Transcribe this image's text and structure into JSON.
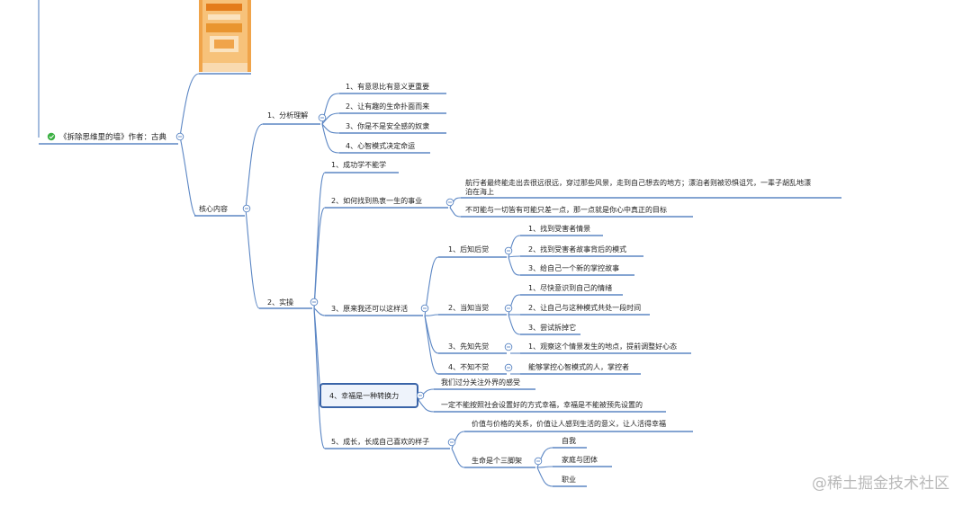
{
  "root": {
    "label": "《拆除思维里的墙》作者：古典"
  },
  "core": {
    "label": "核心内容"
  },
  "analysis": {
    "label": "1、分析理解",
    "items": [
      "1、有意思比有意义更重要",
      "2、让有趣的生命扑面而来",
      "3、你是不是安全感的奴隶",
      "4、心智模式决定命运"
    ]
  },
  "practice": {
    "label": "2、实操",
    "s1": "1、成功学不能学",
    "s2": {
      "label": "2、如何找到热衷一生的事业",
      "note1_line1": "航行者最终能走出去很远很远，穿过那些风景，走到自己想去的地方；漂泊者则被恐惧诅咒，一辈子胡乱地漂",
      "note1_line2": "泊在海上",
      "note2": "不可能与一切皆有可能只差一点，那一点就是你心中真正的目标"
    },
    "s3": {
      "label": "3、原来我还可以这样活",
      "a": {
        "label": "1、后知后觉",
        "items": [
          "1、找到受害者情景",
          "2、找到受害者故事背后的模式",
          "3、给自己一个新的掌控故事"
        ]
      },
      "b": {
        "label": "2、当知当觉",
        "items": [
          "1、尽快意识到自己的情绪",
          "2、让自己与这种模式共处一段时间",
          "3、尝试拆掉它"
        ]
      },
      "c": {
        "label": "3、先知先觉",
        "items": [
          "1、观察这个情景发生的地点，提前调整好心态"
        ]
      },
      "d": {
        "label": "4、不知不觉",
        "items": [
          "能够掌控心智模式的人，掌控者"
        ]
      }
    },
    "s4": {
      "label": "4、幸福是一种转换力",
      "items": [
        "我们过分关注外界的感受",
        "一定不能按照社会设置好的方式幸福，幸福是不能被预先设置的"
      ]
    },
    "s5": {
      "label": "5、成长，长成自己喜欢的样子",
      "note": "价值与价格的关系，价值让人感到生活的意义，让人活得幸福",
      "tripod": {
        "label": "生命是个三脚架",
        "items": [
          "自我",
          "家庭与团体",
          "职业"
        ]
      }
    }
  },
  "watermark": "@稀土掘金技术社区",
  "colors": {
    "line": "#5b86c4",
    "check": "#3cb043",
    "book": "#f0a44a"
  }
}
